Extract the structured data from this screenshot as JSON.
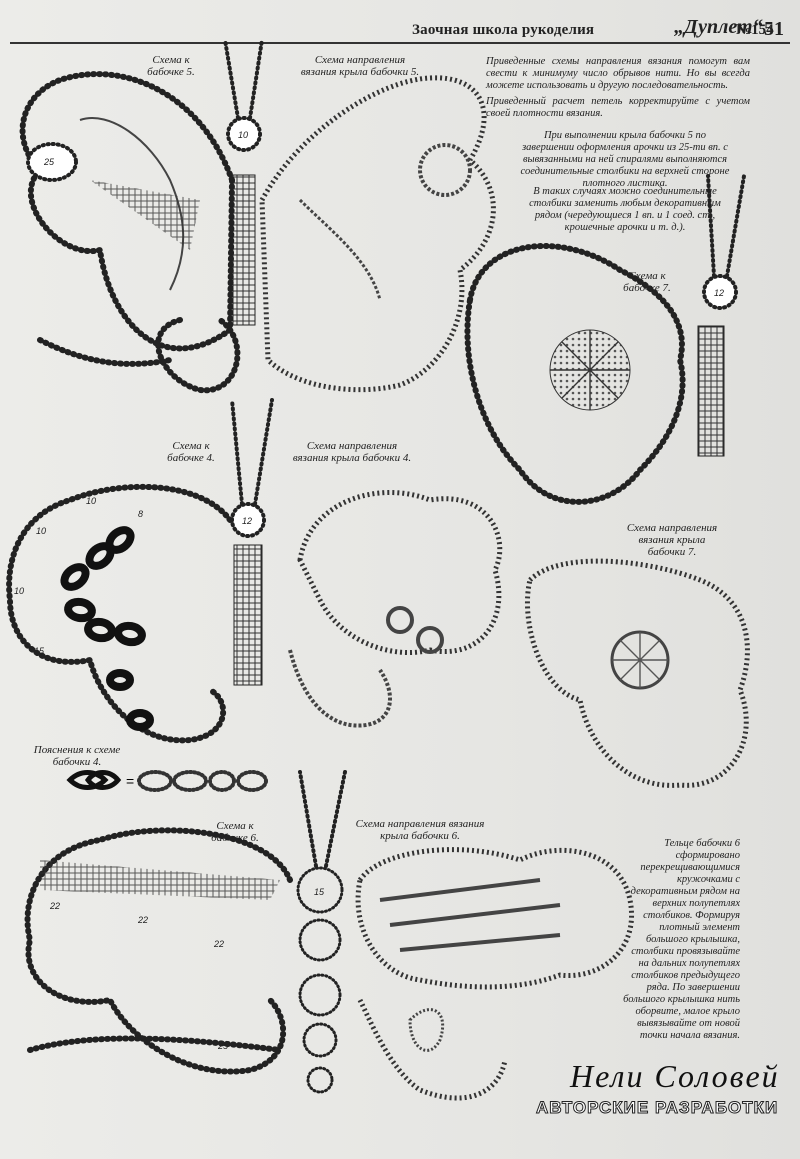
{
  "header": {
    "school": "Заочная школа рукоделия",
    "brand": "„Дуплет“",
    "issue": "№154",
    "page_number": "51"
  },
  "captions": {
    "b5_scheme": "Схема к бабочке 5.",
    "b5_direction": "Схема направления вязания крыла бабочки 5.",
    "b7_scheme": "Схема к бабочке 7.",
    "b4_scheme": "Схема к бабочке 4.",
    "b4_direction": "Схема направления вязания крыла бабочки 4.",
    "b7_direction": "Схема направления вязания крыла бабочки 7.",
    "b4_notes": "Пояснения к схеме бабочки 4.",
    "b6_scheme": "Схема к бабочке 6.",
    "b6_direction": "Схема направления вязания крыла бабочки 6."
  },
  "text": {
    "intro": "Приведенные схемы направления вязания помогут вам свести к минимуму число обрывов нити. Но вы всегда можете использовать и другую последовательность.",
    "calc": "Приведенный расчет петель корректируйте с учетом своей плотности вязания.",
    "b5_note": "При выполнении крыла бабочки 5 по завершении оформления арочки из 25-ти вп. с вывязанными на ней спиралями выполняются соединительные столбики на верхней стороне плотного листика.",
    "b5_note2": "В таких случаях можно соединительные столбики заменить любым декоративным рядом (чередующиеся 1 вп. и 1 соед. ст., крошечные арочки и т. д.).",
    "b6_note": "Тельце бабочки 6 сформировано перекрещивающимися кружочками с декоративным рядом на верхних полупетлях столбиков. Формируя плотный элемент большого крылышка, столбики провязывайте на дальних полупетлях столбиков предыдущего ряда. По завершении большого крылышка нить оборвите, малое крыло вывязывайте от новой точки начала вязания."
  },
  "numbers": {
    "b5_ring": "25",
    "b5_head": "10",
    "b7_head": "12",
    "b4_head": "12",
    "b4_a": "10",
    "b4_b": "8",
    "b4_c": "10",
    "b4_d": "10",
    "b4_e": "15",
    "b6_a": "22",
    "b6_b": "22",
    "b6_c": "22",
    "b6_d": "25",
    "b6_head": "15"
  },
  "signature": {
    "name": "Нели Соловей",
    "line": "АВТОРСКИЕ РАЗРАБОТКИ"
  }
}
